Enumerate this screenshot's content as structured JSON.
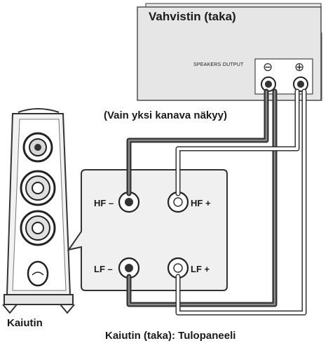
{
  "amplifier": {
    "title": "Vahvistin (taka)",
    "output_label": "SPEAKERS OUTPUT",
    "minus_symbol": "⊖",
    "plus_symbol": "⊕"
  },
  "note": "(Vain yksi kanava näkyy)",
  "panel": {
    "terminals": {
      "hf_minus": "HF –",
      "hf_plus": "HF +",
      "lf_minus": "LF –",
      "lf_plus": "LF +"
    },
    "caption": "Kaiutin (taka): Tulopaneeli"
  },
  "speaker": {
    "caption": "Kaiutin"
  }
}
